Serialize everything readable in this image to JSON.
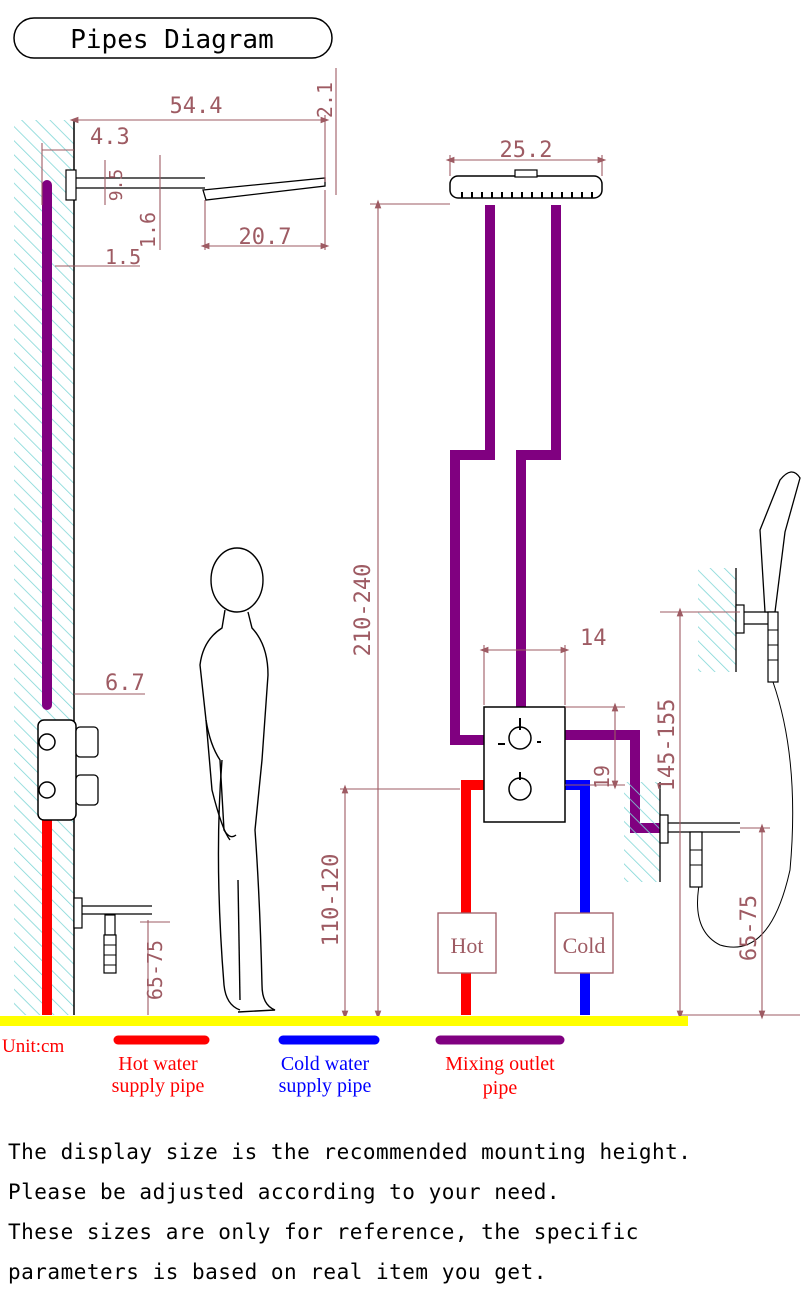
{
  "title": "Pipes Diagram",
  "unit_label": "Unit:cm",
  "dimensions": {
    "d544": "54.4",
    "d21": "2.1",
    "d43": "4.3",
    "d95": "9.5",
    "d16": "1.6",
    "d207": "20.7",
    "d15": "1.5",
    "d67": "6.7",
    "d6575_left": "65-75",
    "d252": "25.2",
    "d210240": "210-240",
    "d110120": "110-120",
    "d14": "14",
    "d19": "19",
    "d145155": "145-155",
    "d6575_right": "65-75"
  },
  "pipe_tags": {
    "hot": "Hot",
    "cold": "Cold"
  },
  "legend": {
    "hot_line1": "Hot water",
    "hot_line2": "supply pipe",
    "cold_line1": "Cold water",
    "cold_line2": "supply pipe",
    "mix_line1": "Mixing outlet",
    "mix_line2": "pipe"
  },
  "colors": {
    "hot": "#ff0000",
    "cold": "#0000ff",
    "mix": "#800080",
    "floor": "#ffff00",
    "dimension": "#9e5b63",
    "wall_hatch": "#7fd6d6"
  },
  "notes": [
    "The display size is the recommended mounting height.",
    "Please be adjusted according to your need.",
    "These sizes are only for reference, the specific",
    "parameters is based on real item you get."
  ]
}
